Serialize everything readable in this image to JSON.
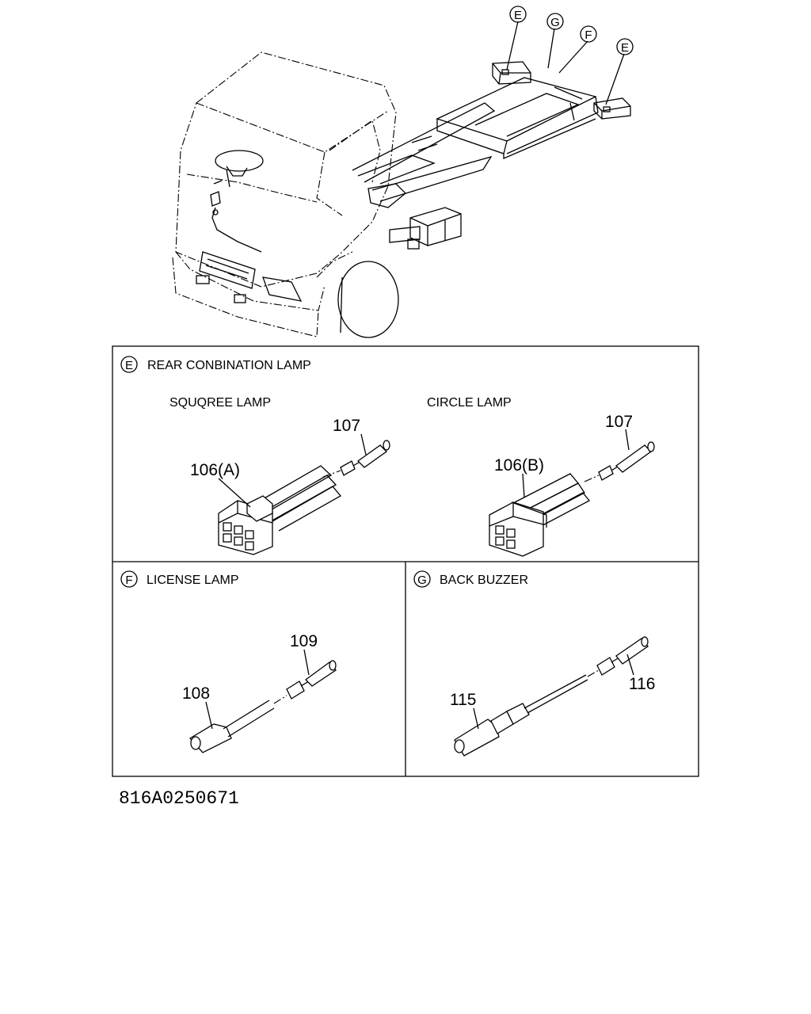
{
  "callouts": [
    "E",
    "G",
    "F",
    "E"
  ],
  "panels": {
    "rear": {
      "letter": "E",
      "title": "REAR CONBINATION LAMP",
      "left_caption": "SQUQREE LAMP",
      "right_caption": "CIRCLE LAMP",
      "left_connector": "106(A)",
      "left_terminal": "107",
      "right_connector": "106(B)",
      "right_terminal": "107"
    },
    "license": {
      "letter": "F",
      "title": "LICENSE LAMP",
      "part_a": "108",
      "part_b": "109"
    },
    "buzzer": {
      "letter": "G",
      "title": "BACK BUZZER",
      "part_a": "115",
      "part_b": "116"
    }
  },
  "drawing_code": "816A0250671"
}
